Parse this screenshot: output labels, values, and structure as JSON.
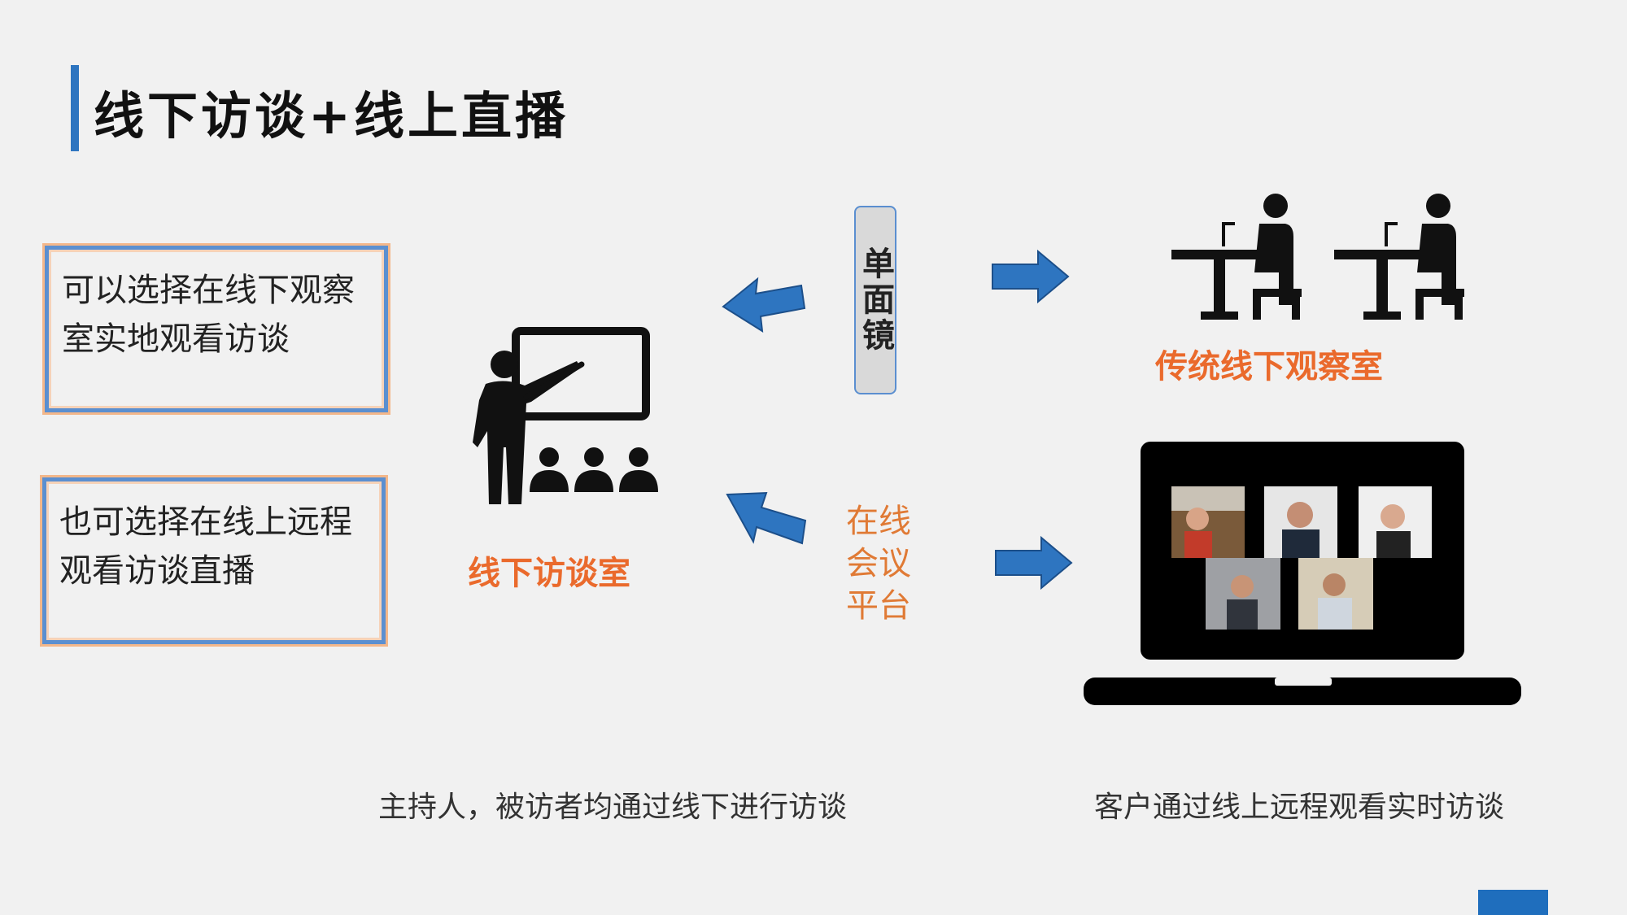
{
  "slide": {
    "title": "线下访谈+线上直播",
    "accent_color": "#2e75c0",
    "highlight_color": "#ea6a2c"
  },
  "notes": [
    {
      "text_line1": "可以选择在线下观察",
      "text_line2": "室实地观看访谈"
    },
    {
      "text_line1": "也可选择在线上远程",
      "text_line2": "观看访谈直播"
    }
  ],
  "diagram": {
    "mirror_label": "单面镜",
    "platform_label_lines": [
      "在线",
      "会议",
      "平台"
    ],
    "interview_room_label": "线下访谈室",
    "observation_room_label": "传统线下观察室",
    "caption_left": "主持人，被访者均通过线下进行访谈",
    "caption_right": "客户通过线上远程观看实时访谈",
    "icons": [
      "presenter-audience-icon",
      "observer-desk-icon",
      "laptop-video-call-icon",
      "arrow-icon"
    ]
  }
}
